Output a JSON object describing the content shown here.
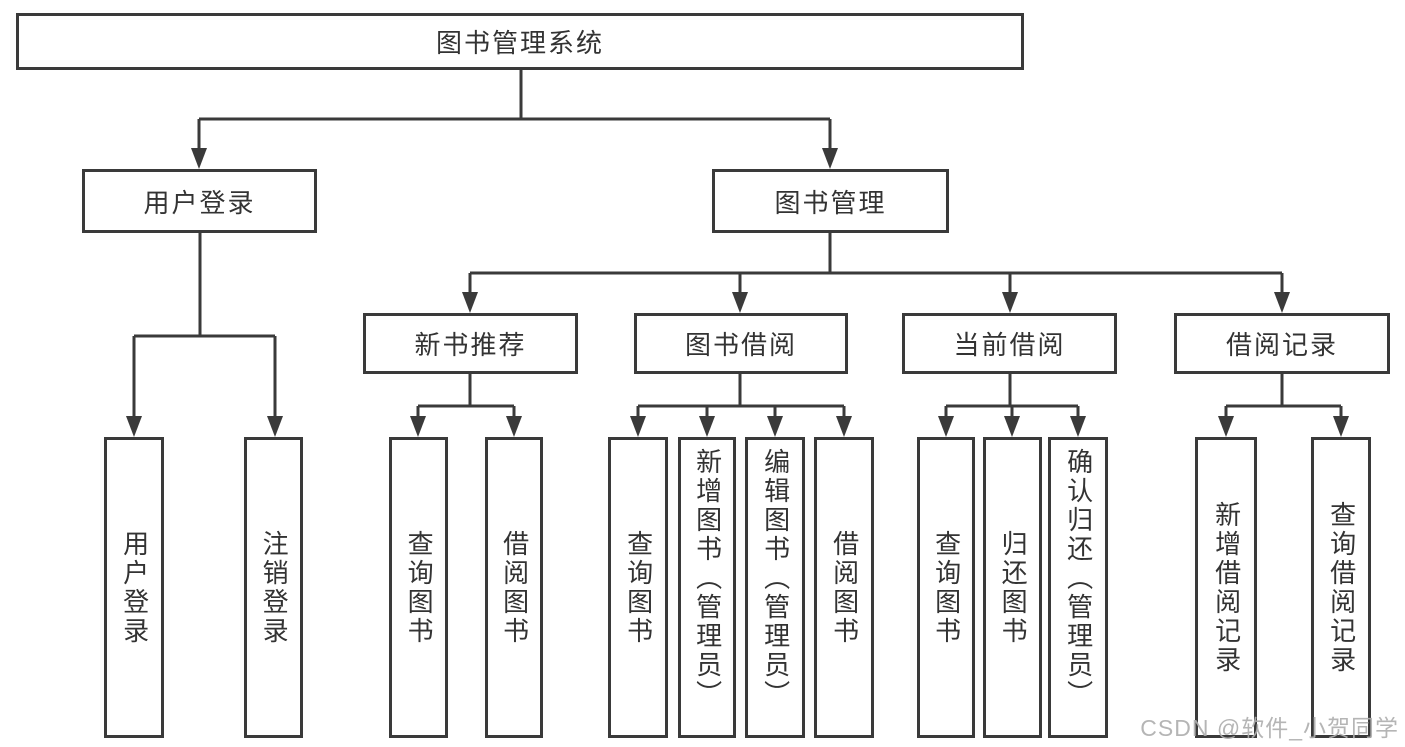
{
  "colors": {
    "line": "#3a3a3a",
    "text": "#333333",
    "box_background": "#ffffff",
    "watermark": "#afafaf"
  },
  "watermark": "CSDN @软件_小贺同学",
  "nodes": {
    "root": {
      "label": "图书管理系统"
    },
    "level2": [
      {
        "label": "用户登录"
      },
      {
        "label": "图书管理"
      }
    ],
    "level3": [
      {
        "label": "新书推荐",
        "parent": "图书管理"
      },
      {
        "label": "图书借阅",
        "parent": "图书管理"
      },
      {
        "label": "当前借阅",
        "parent": "图书管理"
      },
      {
        "label": "借阅记录",
        "parent": "图书管理"
      }
    ],
    "level4": [
      {
        "label": "用户登录",
        "parent": "用户登录"
      },
      {
        "label": "注销登录",
        "parent": "用户登录"
      },
      {
        "label": "查询图书",
        "parent": "新书推荐"
      },
      {
        "label": "借阅图书",
        "parent": "新书推荐"
      },
      {
        "label": "查询图书",
        "parent": "图书借阅"
      },
      {
        "label": "新增图书（管理员）",
        "parent": "图书借阅"
      },
      {
        "label": "编辑图书（管理员）",
        "parent": "图书借阅"
      },
      {
        "label": "借阅图书",
        "parent": "图书借阅"
      },
      {
        "label": "查询图书",
        "parent": "当前借阅"
      },
      {
        "label": "归还图书",
        "parent": "当前借阅"
      },
      {
        "label": "确认归还（管理员）",
        "parent": "当前借阅"
      },
      {
        "label": "新增借阅记录",
        "parent": "借阅记录"
      },
      {
        "label": "查询借阅记录",
        "parent": "借阅记录"
      }
    ]
  }
}
